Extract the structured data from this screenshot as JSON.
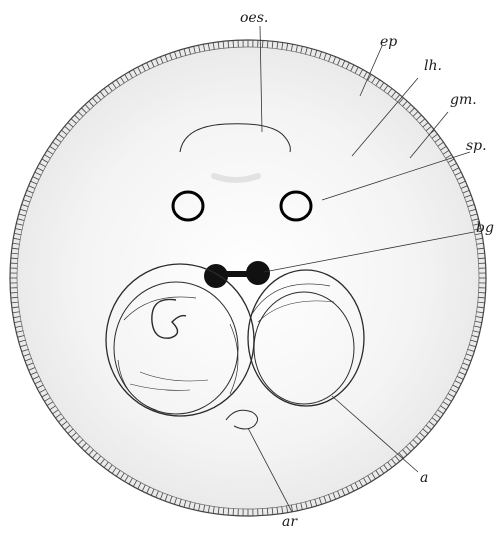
{
  "figure": {
    "labels": {
      "oes": "oes.",
      "ep": "ep",
      "lh": "lh.",
      "gm": "gm.",
      "sp": "sp.",
      "bg": "bg",
      "a": "a",
      "ar": "ar"
    }
  }
}
